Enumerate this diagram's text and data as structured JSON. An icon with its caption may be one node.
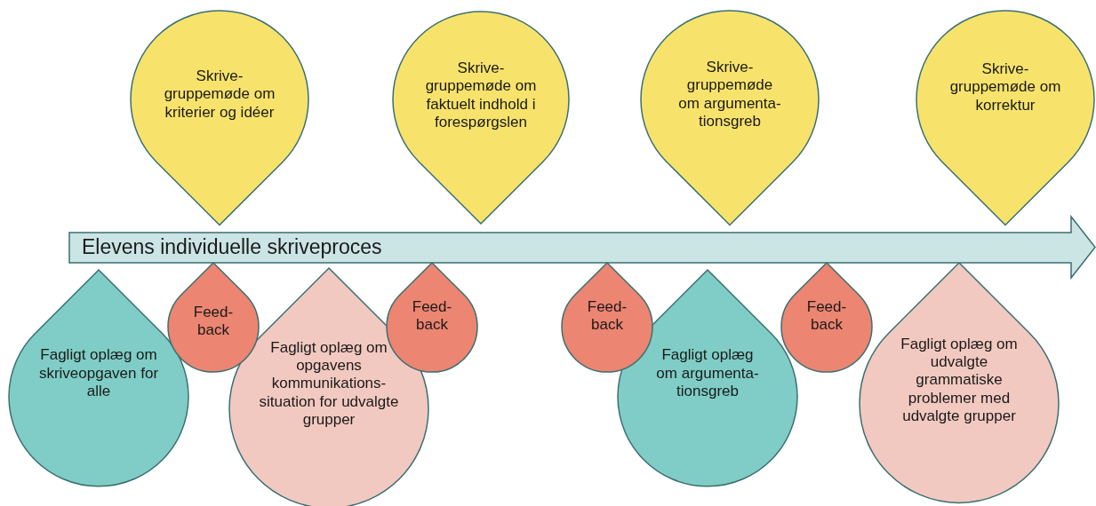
{
  "diagram": {
    "nodes": [
      {
        "text": [
          "Skrive- gruppemøde om kriterier og idéer"
        ]
      },
      {
        "text": [
          "Skrive- gruppemøde om faktuelt indhold i forespørgslen"
        ]
      },
      {
        "text": [
          "Skrive- gruppemøde om argumenta- tionsgreb"
        ]
      },
      {
        "text": [
          "Skrive- gruppemøde om korrektur"
        ]
      },
      {
        "text": [
          "Elevens individuelle skriveproces"
        ]
      },
      {
        "text": [
          "Fagligt oplæg om skriveopgaven for alle"
        ]
      },
      {
        "text": [
          "Feed- back"
        ]
      },
      {
        "text": [
          "Fagligt oplæg om opgavens kommunikations- situation for udvalgte grupper"
        ]
      },
      {
        "text": [
          "Feed- back"
        ]
      },
      {
        "text": [
          "Feed- back"
        ]
      },
      {
        "text": [
          "Fagligt oplæg om argumenta- tionsgreb"
        ]
      },
      {
        "text": [
          "Feed- back"
        ]
      },
      {
        "text": [
          "Fagligt oplæg om udvalgte grammatiske problemer med udvalgte grupper"
        ]
      }
    ]
  }
}
